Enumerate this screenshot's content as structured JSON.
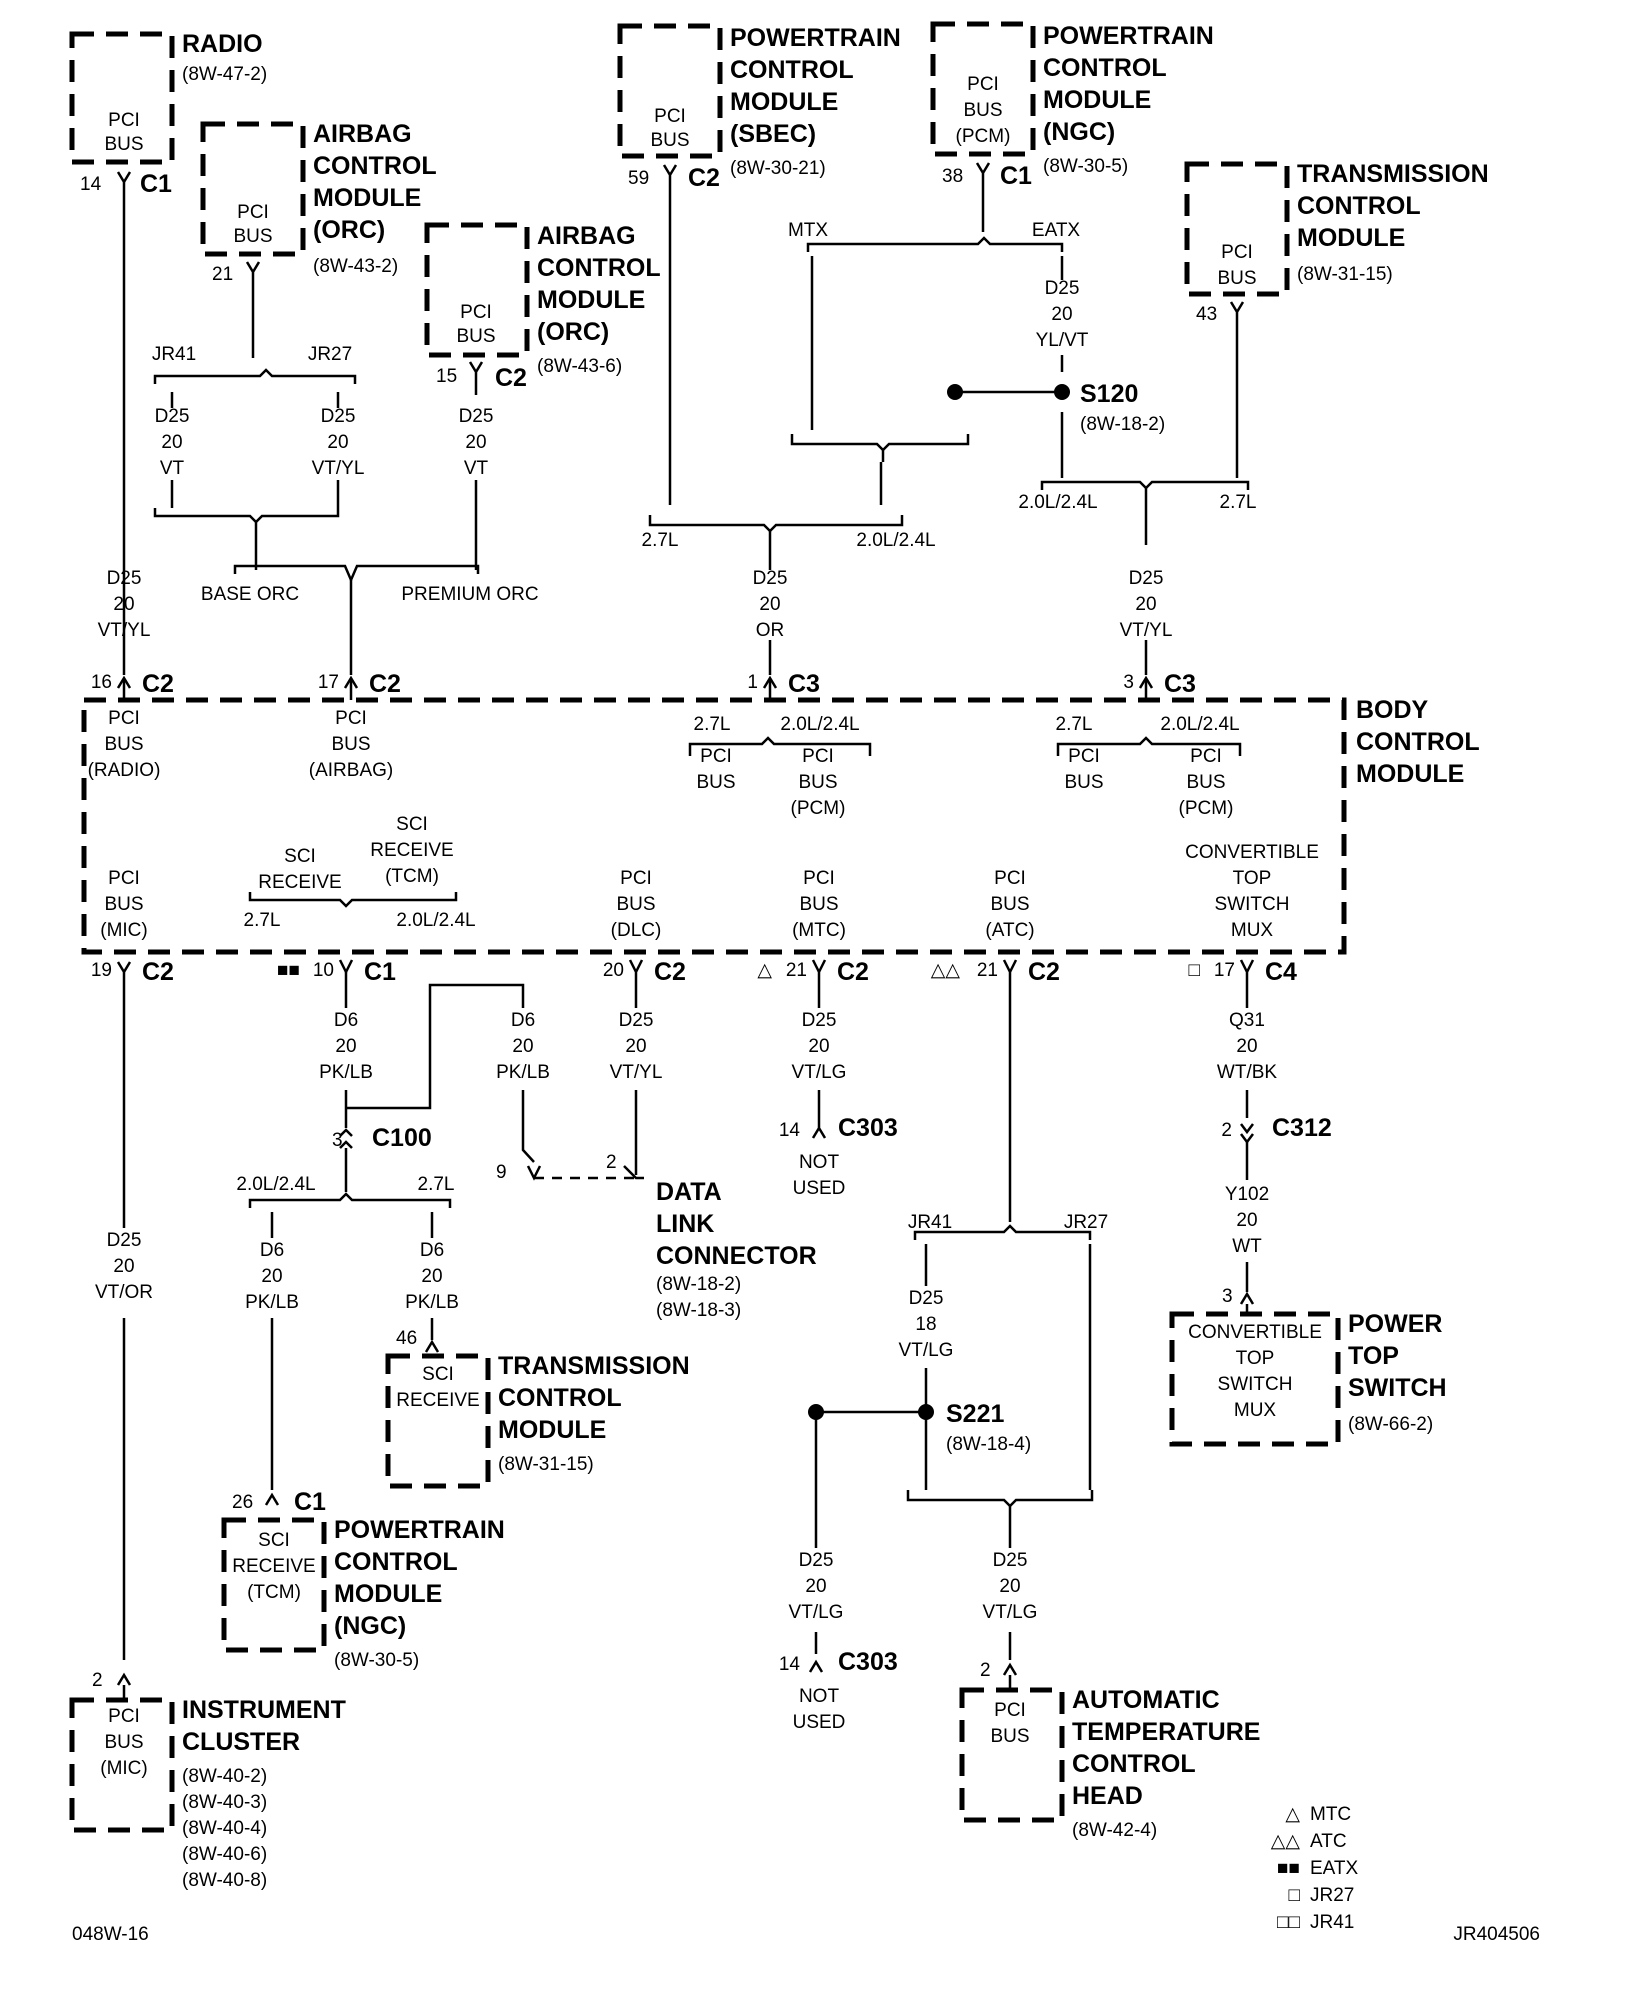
{
  "figure_code": "048W-16",
  "figure_id": "JR404506",
  "modules": {
    "radio": {
      "title": [
        "RADIO"
      ],
      "ref": "(8W-47-2)",
      "inner": [
        "PCI",
        "BUS"
      ],
      "pin": "14",
      "connector": "C1"
    },
    "airbag_a": {
      "title": [
        "AIRBAG",
        "CONTROL",
        "MODULE",
        "(ORC)"
      ],
      "ref": "(8W-43-2)",
      "inner": [
        "PCI",
        "BUS"
      ],
      "pin": "21"
    },
    "airbag_b": {
      "title": [
        "AIRBAG",
        "CONTROL",
        "MODULE",
        "(ORC)"
      ],
      "ref": "(8W-43-6)",
      "inner": [
        "PCI",
        "BUS"
      ],
      "pin": "15",
      "connector": "C2"
    },
    "pcm_sbec": {
      "title": [
        "POWERTRAIN",
        "CONTROL",
        "MODULE",
        "(SBEC)"
      ],
      "ref": "(8W-30-21)",
      "inner": [
        "PCI",
        "BUS"
      ],
      "pin": "59",
      "connector": "C2"
    },
    "pcm_ngc": {
      "title": [
        "POWERTRAIN",
        "CONTROL",
        "MODULE",
        "(NGC)"
      ],
      "ref": "(8W-30-5)",
      "inner": [
        "PCI",
        "BUS",
        "(PCM)"
      ],
      "pin": "38",
      "connector": "C1"
    },
    "tcm_top": {
      "title": [
        "TRANSMISSION",
        "CONTROL",
        "MODULE"
      ],
      "ref": "(8W-31-15)",
      "inner": [
        "PCI",
        "BUS"
      ],
      "pin": "43"
    },
    "bcm": {
      "title": [
        "BODY",
        "CONTROL",
        "MODULE"
      ]
    },
    "tcm_bottom": {
      "title": [
        "TRANSMISSION",
        "CONTROL",
        "MODULE"
      ],
      "ref": "(8W-31-15)",
      "inner": [
        "SCI",
        "RECEIVE"
      ],
      "pin": "46"
    },
    "pcm_bottom": {
      "title": [
        "POWERTRAIN",
        "CONTROL",
        "MODULE",
        "(NGC)"
      ],
      "ref": "(8W-30-5)",
      "inner": [
        "SCI",
        "RECEIVE",
        "(TCM)"
      ],
      "pin": "26",
      "connector": "C1"
    },
    "cluster": {
      "title": [
        "INSTRUMENT",
        "CLUSTER"
      ],
      "refs": [
        "(8W-40-2)",
        "(8W-40-3)",
        "(8W-40-4)",
        "(8W-40-6)",
        "(8W-40-8)"
      ],
      "inner": [
        "PCI",
        "BUS",
        "(MIC)"
      ],
      "pin": "2"
    },
    "dlc": {
      "title": [
        "DATA",
        "LINK",
        "CONNECTOR"
      ],
      "refs": [
        "(8W-18-2)",
        "(8W-18-3)"
      ],
      "pins": [
        "9",
        "2"
      ]
    },
    "power_top": {
      "title": [
        "POWER",
        "TOP",
        "SWITCH"
      ],
      "ref": "(8W-66-2)",
      "inner": [
        "CONVERTIBLE",
        "TOP",
        "SWITCH",
        "MUX"
      ],
      "pin": "3"
    },
    "atc": {
      "title": [
        "AUTOMATIC",
        "TEMPERATURE",
        "CONTROL",
        "HEAD"
      ],
      "ref": "(8W-42-4)",
      "inner": [
        "PCI",
        "BUS"
      ],
      "pin": "2"
    }
  },
  "bcm_inputs_top": [
    {
      "pin": "16",
      "conn": "C2",
      "label": [
        "PCI",
        "BUS",
        "(RADIO)"
      ]
    },
    {
      "pin": "17",
      "conn": "C2",
      "label": [
        "PCI",
        "BUS",
        "(AIRBAG)"
      ]
    },
    {
      "pin": "1",
      "conn": "C3"
    },
    {
      "pin": "3",
      "conn": "C3"
    }
  ],
  "bcm_inner": {
    "left_selector": {
      "a": "2.7L",
      "b": "2.0L/2.4L",
      "a_label": [
        "PCI",
        "BUS"
      ],
      "b_label": [
        "PCI",
        "BUS",
        "(PCM)"
      ]
    },
    "right_selector": {
      "a": "2.7L",
      "b": "2.0L/2.4L",
      "a_label": [
        "PCI",
        "BUS"
      ],
      "b_label": [
        "PCI",
        "BUS",
        "(PCM)"
      ]
    },
    "mic": [
      "PCI",
      "BUS",
      "(MIC)"
    ],
    "sci": {
      "a_label": [
        "SCI",
        "RECEIVE"
      ],
      "b_label": [
        "SCI",
        "RECEIVE",
        "(TCM)"
      ],
      "a": "2.7L",
      "b": "2.0L/2.4L"
    },
    "dlc": [
      "PCI",
      "BUS",
      "(DLC)"
    ],
    "mtc": [
      "PCI",
      "BUS",
      "(MTC)"
    ],
    "atc": [
      "PCI",
      "BUS",
      "(ATC)"
    ],
    "conv": [
      "CONVERTIBLE",
      "TOP",
      "SWITCH",
      "MUX"
    ]
  },
  "bcm_outputs_bottom": [
    {
      "pin": "19",
      "conn": "C2"
    },
    {
      "pin": "10",
      "conn": "C1"
    },
    {
      "pin": "20",
      "conn": "C2"
    },
    {
      "pin": "21",
      "conn": "C2"
    },
    {
      "pin": "21",
      "conn": "C2"
    },
    {
      "pin": "17",
      "conn": "C4"
    }
  ],
  "wires": {
    "radio_to_bcm": [
      "D25",
      "20",
      "VT/YL"
    ],
    "airbag_jr41": [
      "D25",
      "20",
      "VT"
    ],
    "airbag_jr27": [
      "D25",
      "20",
      "VT/YL"
    ],
    "airbag_b_wire": [
      "D25",
      "20",
      "VT"
    ],
    "pcm_ngc_eatx": [
      "D25",
      "20",
      "YL/VT"
    ],
    "bcm_c3_1": [
      "D25",
      "20",
      "OR"
    ],
    "bcm_c3_3": [
      "D25",
      "20",
      "VT/YL"
    ],
    "mic": [
      "D25",
      "20",
      "VT/OR"
    ],
    "sci_a": [
      "D6",
      "20",
      "PK/LB"
    ],
    "sci_b": [
      "D6",
      "20",
      "PK/LB"
    ],
    "dlc": [
      "D25",
      "20",
      "VT/YL"
    ],
    "mtc": [
      "D25",
      "20",
      "VT/LG"
    ],
    "conv": [
      "Q31",
      "20",
      "WT/BK"
    ],
    "conv2": [
      "Y102",
      "20",
      "WT"
    ],
    "c100_left": [
      "D6",
      "20",
      "PK/LB"
    ],
    "c100_right": [
      "D6",
      "20",
      "PK/LB"
    ],
    "atc_up": [
      "D25",
      "18",
      "VT/LG"
    ],
    "atc_left": [
      "D25",
      "20",
      "VT/LG"
    ],
    "atc_down": [
      "D25",
      "20",
      "VT/LG"
    ]
  },
  "selectors": {
    "jr41": "JR41",
    "jr27": "JR27",
    "base_orc": "BASE ORC",
    "premium_orc": "PREMIUM ORC",
    "mtx": "MTX",
    "eatx": "EATX",
    "l27": "2.7L",
    "l2024": "2.0L/2.4L"
  },
  "splices": {
    "s120": {
      "name": "S120",
      "ref": "(8W-18-2)"
    },
    "s221": {
      "name": "S221",
      "ref": "(8W-18-4)"
    }
  },
  "connectors": {
    "c100": {
      "name": "C100",
      "pin": "3"
    },
    "c303a": {
      "name": "C303",
      "pin": "14",
      "text": [
        "NOT",
        "USED"
      ]
    },
    "c303b": {
      "name": "C303",
      "pin": "14",
      "text": [
        "NOT",
        "USED"
      ]
    },
    "c312": {
      "name": "C312",
      "pin": "2"
    }
  },
  "legend": [
    {
      "symbol": "△",
      "label": "MTC"
    },
    {
      "symbol": "△△",
      "label": "ATC"
    },
    {
      "symbol": "■■",
      "label": "EATX"
    },
    {
      "symbol": "□",
      "label": "JR27"
    },
    {
      "symbol": "□□",
      "label": "JR41"
    }
  ]
}
